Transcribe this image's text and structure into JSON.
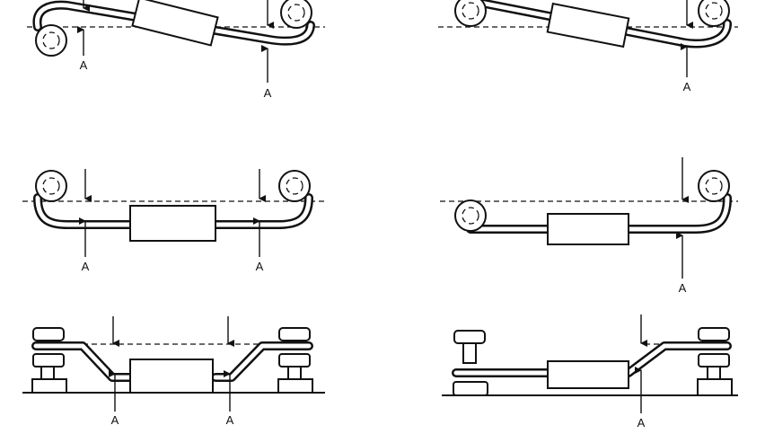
{
  "diagram": {
    "labels": [
      "A",
      "A",
      "A",
      "A",
      "A",
      "A",
      "A",
      "A",
      "A"
    ]
  }
}
